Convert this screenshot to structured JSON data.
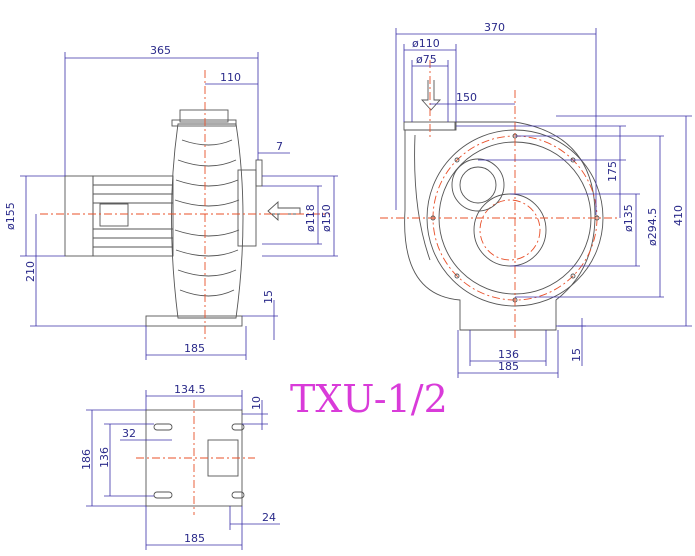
{
  "model": "TXU-1/2",
  "side_view": {
    "length": "365",
    "outlet_offset": "110",
    "flange_thickness": "7",
    "motor_dia": "ø155",
    "height_center": "210",
    "inlet_dia": "ø118",
    "flange_dia": "ø150",
    "base_thickness": "15",
    "base_width": "185"
  },
  "front_view": {
    "width": "370",
    "outlet_outer": "ø110",
    "outlet_inner": "ø75",
    "outlet_offset": "150",
    "inlet_height": "175",
    "bolt_circle": "ø294.5",
    "inlet_dia": "ø135",
    "total_height": "410",
    "base_inner": "136",
    "base_outer": "185",
    "base_thickness": "15"
  },
  "base_view": {
    "length": "134.5",
    "edge": "10",
    "slot": "32",
    "width_outer": "186",
    "width_inner": "136",
    "base_width": "185",
    "offset": "24"
  }
}
